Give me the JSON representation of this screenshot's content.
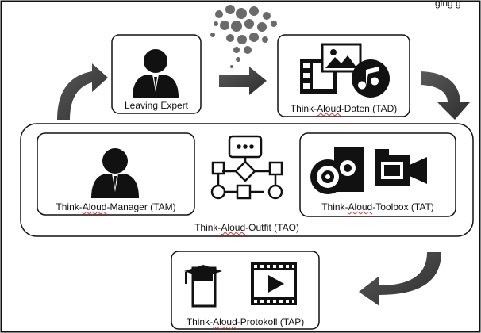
{
  "title_fragment": "ging g",
  "boxes": {
    "leaving_expert": "Leaving Expert",
    "tad": {
      "pre": "Think-",
      "ul": "Aloud",
      "post": "-Daten (TAD)"
    },
    "tam": {
      "pre": "Think-",
      "ul": "Aloud",
      "post": "-Manager (TAM)"
    },
    "tat": {
      "pre": "Think-",
      "ul": "Aloud",
      "post": "-Toolbox (TAT)"
    },
    "tao": {
      "pre": "Think-",
      "ul": "Aloud",
      "post": "-Outfit (TAO)"
    },
    "tap": {
      "pre": "Think-",
      "ul": "Aloud",
      "post": "-Protokoll (TAP)"
    }
  },
  "icon_names": [
    "person-icon",
    "media-icon",
    "flowchart-icon",
    "cd-gear-icon",
    "camera-icon",
    "graduation-book-icon",
    "video-icon",
    "knowledge-cloud-icon"
  ],
  "colors": {
    "stroke": "#111111",
    "fill": "#111111",
    "arrow": "#404040"
  }
}
